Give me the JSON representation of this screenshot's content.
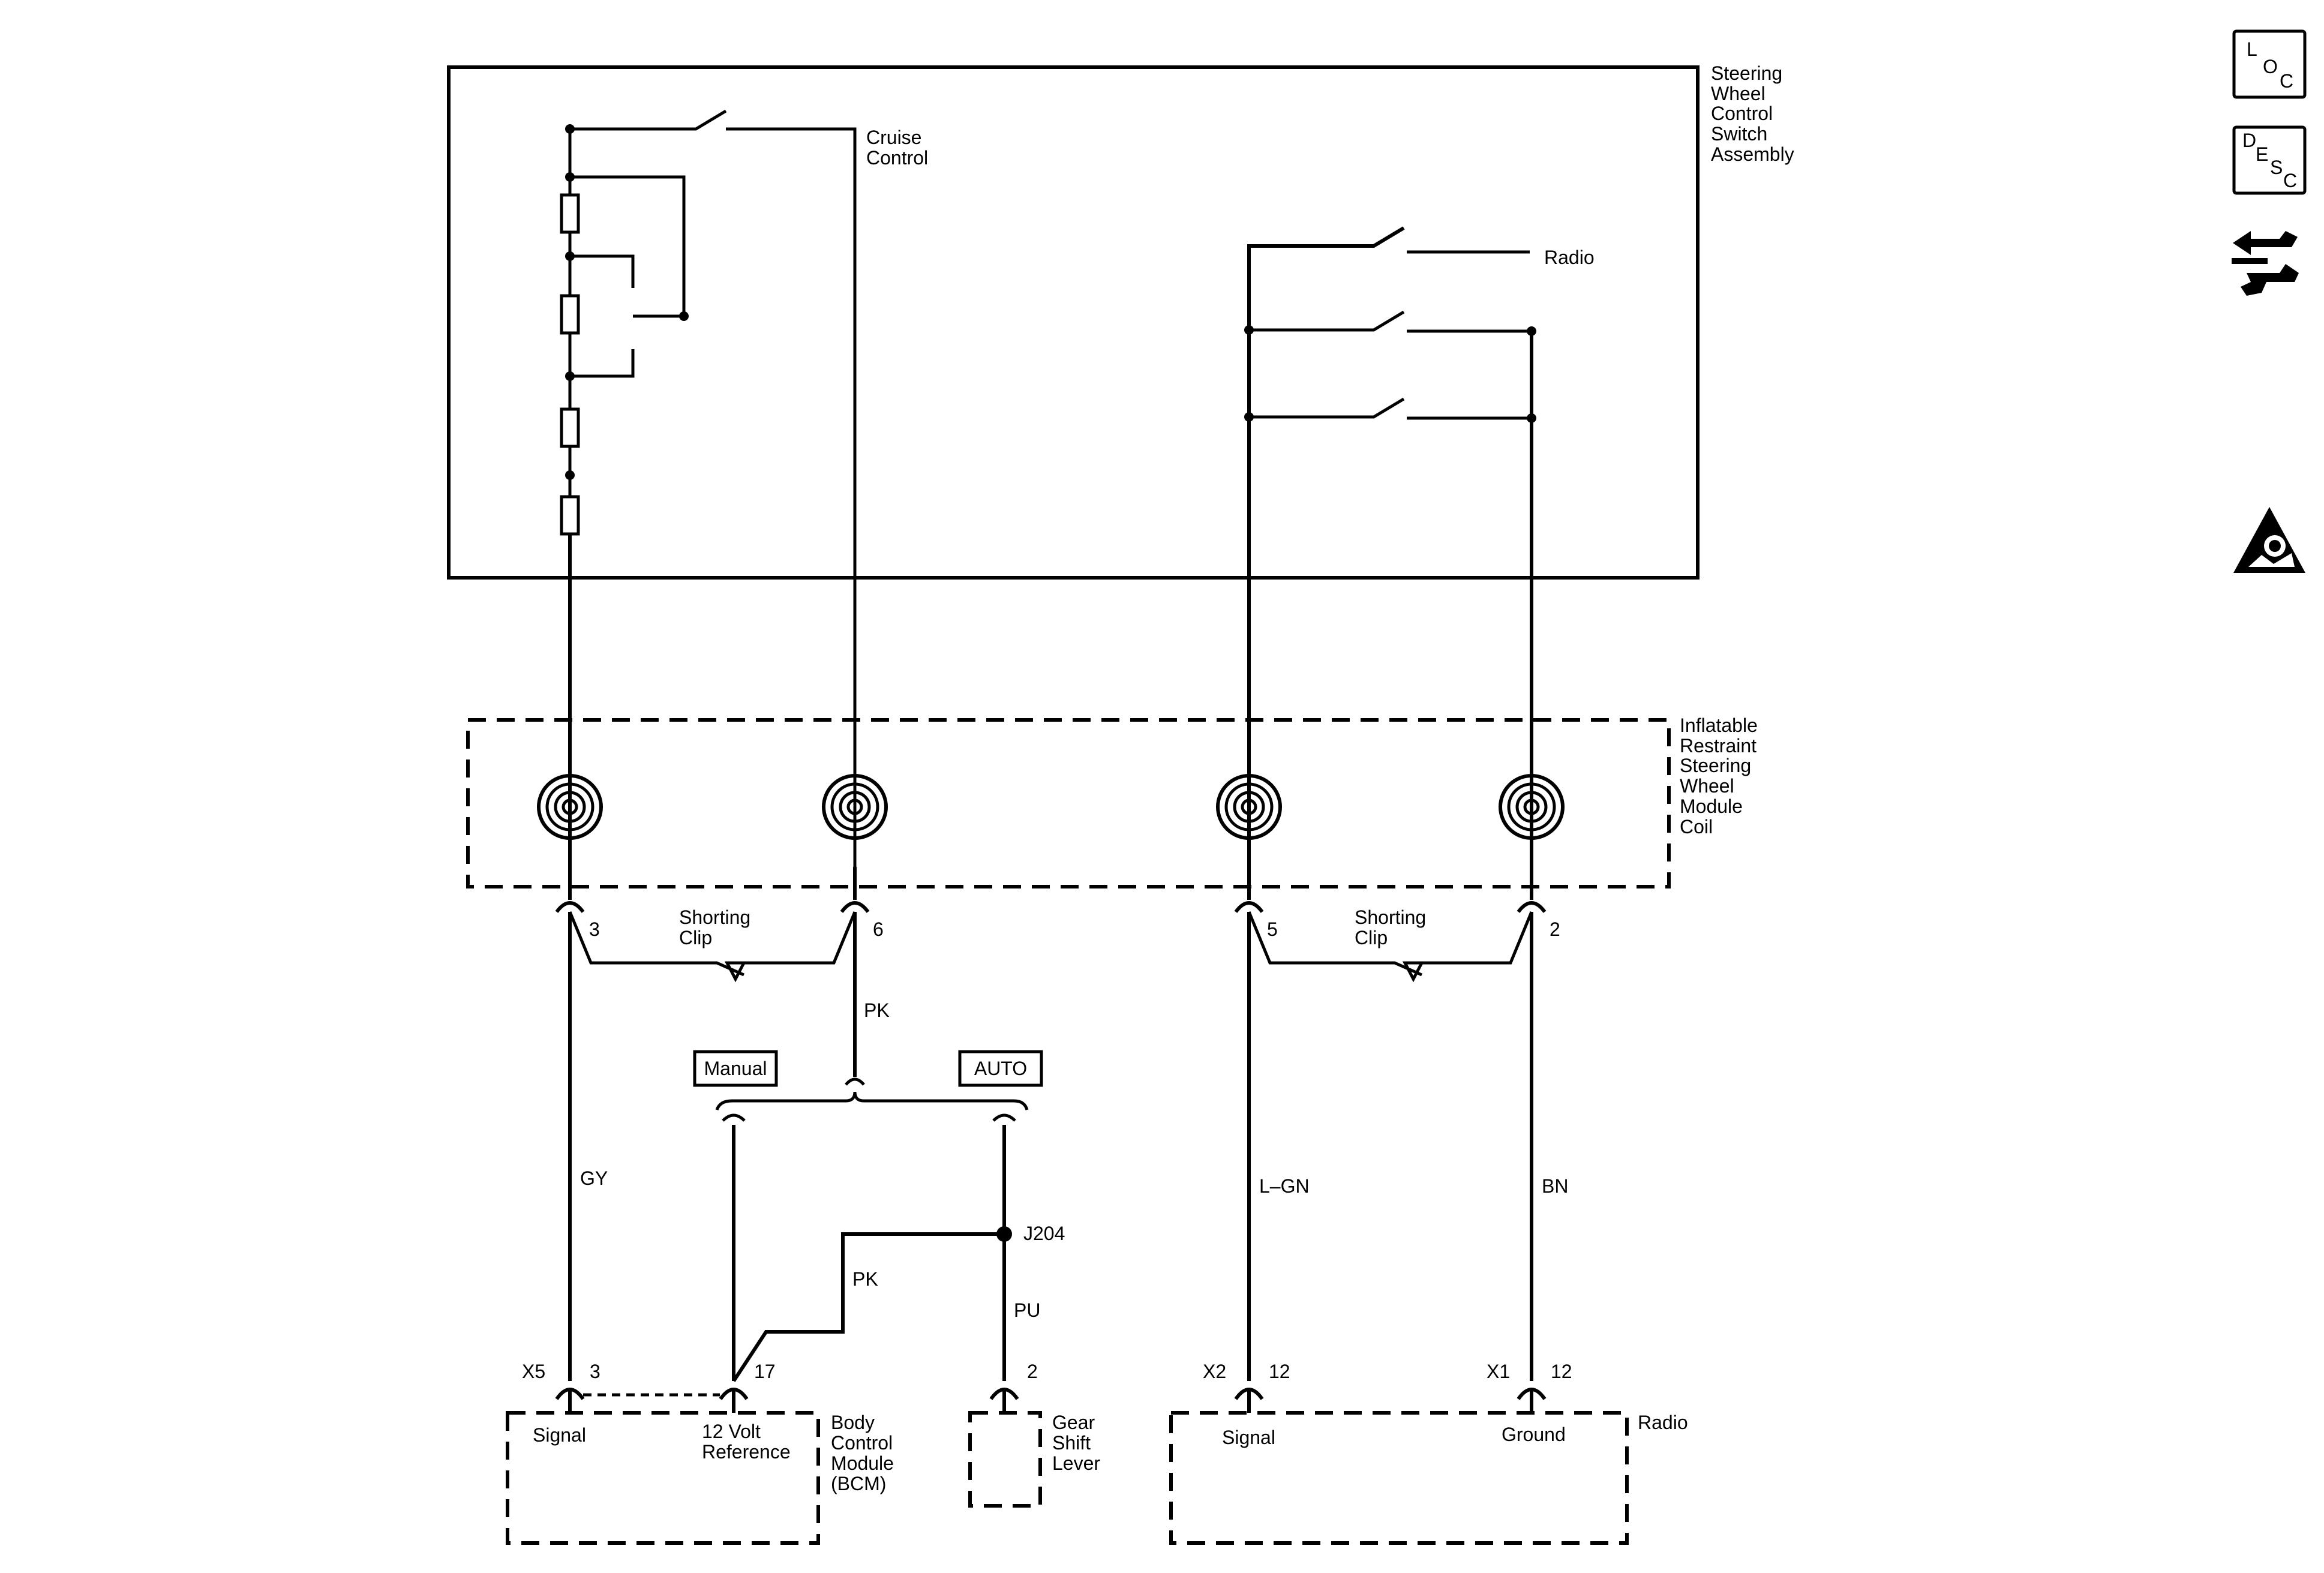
{
  "steering_switch": {
    "title_lines": [
      "Steering",
      "Wheel",
      "Control",
      "Switch",
      "Assembly"
    ],
    "cruise_lines": [
      "Cruise",
      "Control"
    ],
    "radio_label": "Radio"
  },
  "coil": {
    "title_lines": [
      "Inflatable",
      "Restraint",
      "Steering",
      "Wheel",
      "Module",
      "Coil"
    ]
  },
  "shorting_clip": {
    "left_lines": [
      "Shorting",
      "Clip"
    ],
    "right_lines": [
      "Shorting",
      "Clip"
    ]
  },
  "pins": {
    "coil_3": "3",
    "coil_6": "6",
    "coil_5": "5",
    "coil_2": "2"
  },
  "wires": {
    "pk_upper": "PK",
    "gy": "GY",
    "pk_lower": "PK",
    "pu": "PU",
    "lgn": "L–GN",
    "bn": "BN"
  },
  "options": {
    "manual": "Manual",
    "auto": "AUTO"
  },
  "splice": "J204",
  "bcm": {
    "title_lines": [
      "Body",
      "Control",
      "Module",
      "(BCM)"
    ],
    "connector": "X5",
    "pin_signal": "3",
    "pin_ref": "17",
    "signal_label": "Signal",
    "ref_lines": [
      "12 Volt",
      "Reference"
    ]
  },
  "gear_shift": {
    "title_lines": [
      "Gear",
      "Shift",
      "Lever"
    ],
    "pin": "2"
  },
  "radio_module": {
    "title": "Radio",
    "connector_signal": "X2",
    "pin_signal": "12",
    "connector_ground": "X1",
    "pin_ground": "12",
    "signal_label": "Signal",
    "ground_label": "Ground"
  },
  "side_icons": {
    "loc": [
      "L",
      "O",
      "C"
    ],
    "desc": [
      "D",
      "E",
      "S",
      "C"
    ],
    "icons": [
      "loc-icon",
      "desc-icon",
      "connector-tool-icon",
      "airbag-warning-icon"
    ]
  }
}
